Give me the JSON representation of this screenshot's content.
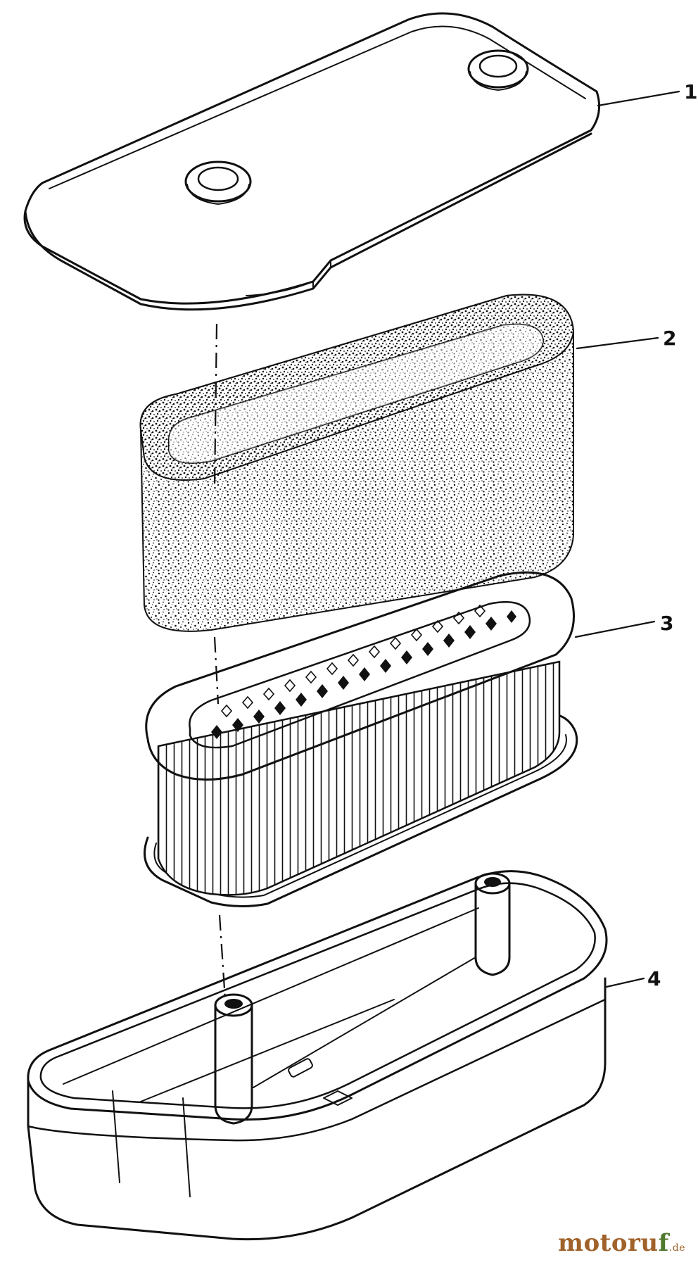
{
  "callouts": [
    {
      "id": "1",
      "label": "1"
    },
    {
      "id": "2",
      "label": "2"
    },
    {
      "id": "3",
      "label": "3"
    },
    {
      "id": "4",
      "label": "4"
    }
  ],
  "watermark": {
    "main": "motoru",
    "accent": "f",
    "tld": ".de"
  },
  "colors": {
    "ink": "#111111",
    "background": "#ffffff",
    "watermark_brown": "#a0622a",
    "watermark_green": "#4f7a2e"
  },
  "parts": [
    "air-cleaner-cover",
    "foam-pre-cleaner",
    "paper-filter-cartridge",
    "air-cleaner-base"
  ]
}
